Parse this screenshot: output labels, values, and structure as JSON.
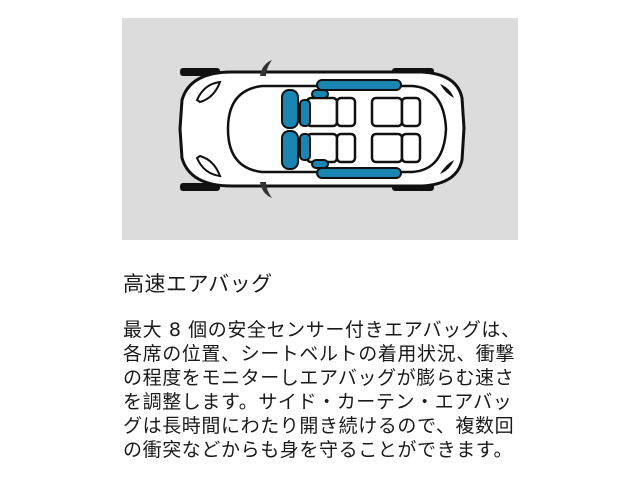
{
  "figure": {
    "alt": "car-top-view-airbag-diagram",
    "background_color": "#dcdcdc",
    "airbag_color": "#1a85b0",
    "outline_color": "#111111",
    "car_body_color": "#ffffff"
  },
  "section": {
    "title": "高速エアバッグ",
    "body_lines": [
      "最大 8 個の安全センサー付きエアバッグは、",
      "各席の位置、シートベルトの着用状況、衝撃",
      "の程度をモニターしエアバッグが膨らむ速さ",
      "を調整します。サイド・カーテン・エアバッ",
      "グは長時間にわたり開き続けるので、複数回",
      "の衝突などからも身を守ることができます。"
    ]
  }
}
